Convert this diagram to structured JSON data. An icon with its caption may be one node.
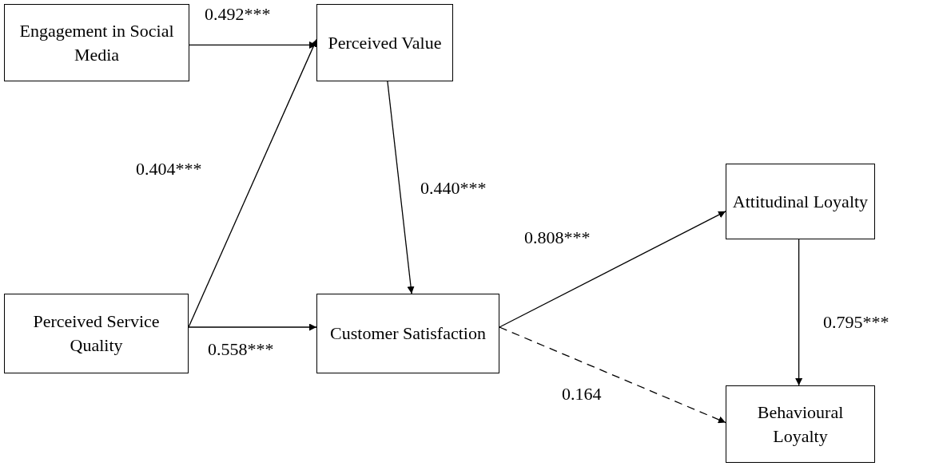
{
  "diagram": {
    "nodes": [
      {
        "text": [
          "Engagement in Social Media"
        ]
      },
      {
        "text": [
          "Perceived Value"
        ]
      },
      {
        "text": [
          "Perceived Service Quality"
        ]
      },
      {
        "text": [
          "Customer Satisfaction"
        ]
      },
      {
        "text": [
          "Attitudinal Loyalty"
        ]
      },
      {
        "text": [
          "Behavioural Loyalty"
        ]
      }
    ],
    "edges": [
      {
        "from": 0,
        "to": 1,
        "arrow": "to",
        "label": "0.492***"
      },
      {
        "from": 2,
        "to": 1,
        "arrow": "to",
        "label": "0.404***"
      },
      {
        "from": 2,
        "to": 3,
        "arrow": "to",
        "label": "0.558***"
      },
      {
        "from": 1,
        "to": 3,
        "arrow": "to",
        "label": "0.440***"
      },
      {
        "from": 3,
        "to": 4,
        "arrow": "to",
        "label": "0.808***"
      },
      {
        "from": 3,
        "to": 5,
        "arrow": "to",
        "label": "0.164",
        "style": "dashed"
      },
      {
        "from": 4,
        "to": 5,
        "arrow": "to",
        "label": "0.795***"
      }
    ]
  }
}
